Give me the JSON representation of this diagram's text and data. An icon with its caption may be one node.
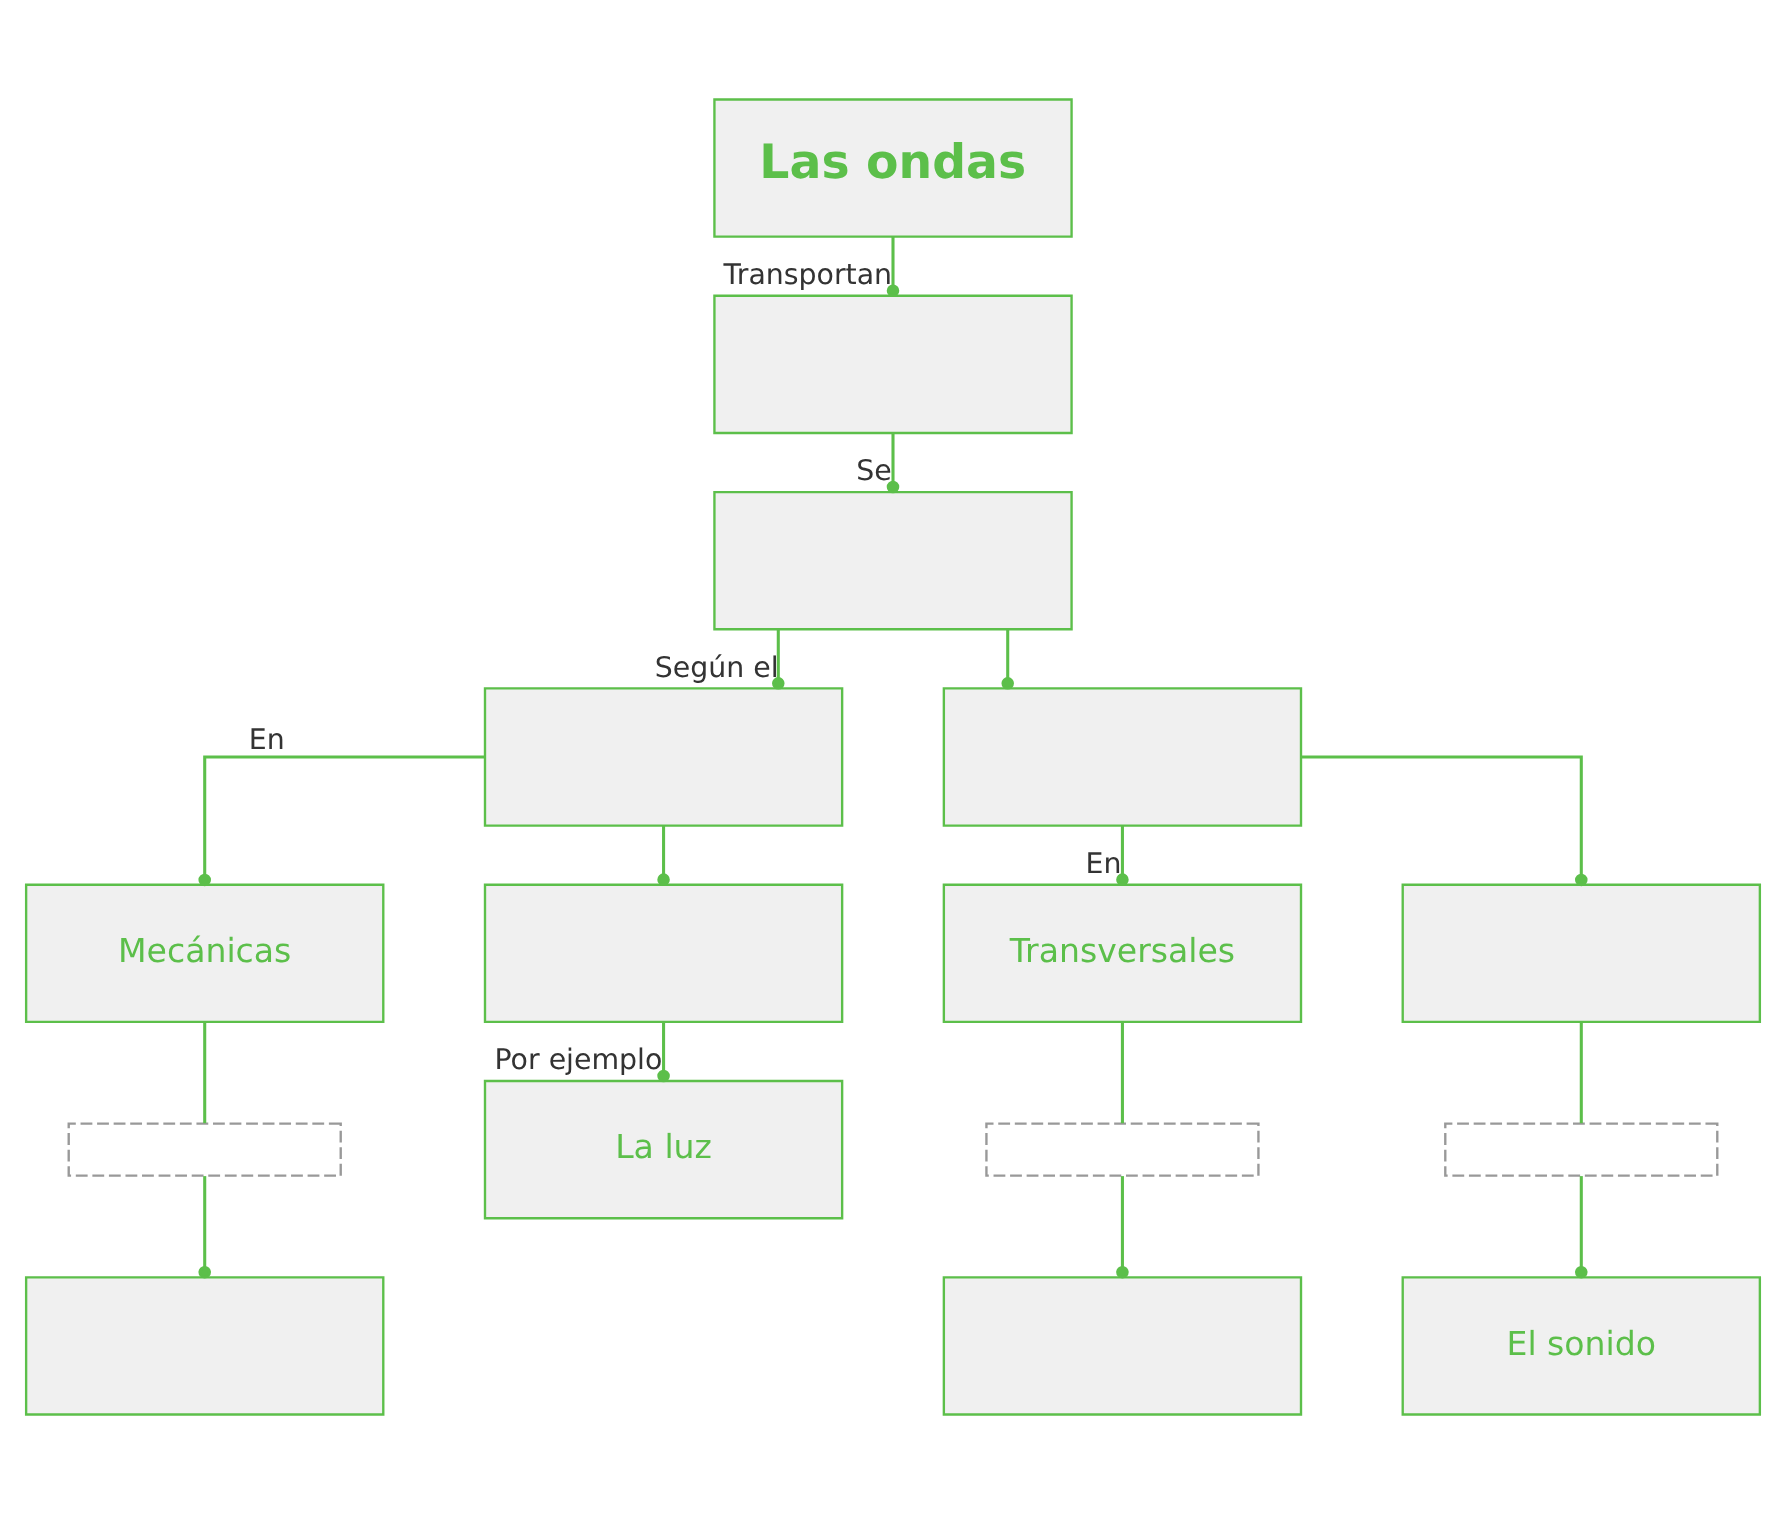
{
  "diagram": {
    "nodes": [
      {
        "text": [
          "Las ondas"
        ]
      },
      {
        "text": [],
        "shape": "box"
      },
      {
        "text": [],
        "shape": "box"
      },
      {
        "text": [],
        "shape": "box"
      },
      {
        "text": [],
        "shape": "box"
      },
      {
        "text": [
          "Mecánicas"
        ]
      },
      {
        "text": [],
        "shape": "box"
      },
      {
        "text": [
          "Transversales"
        ]
      },
      {
        "text": [],
        "shape": "box"
      },
      {
        "text": [],
        "shape": "box"
      },
      {
        "text": [],
        "shape": "box"
      },
      {
        "text": [],
        "shape": "box"
      },
      {
        "text": [],
        "shape": "box"
      },
      {
        "text": [
          "La luz"
        ]
      },
      {
        "text": [],
        "shape": "box"
      },
      {
        "text": [
          "El sonido"
        ]
      }
    ],
    "edges": [
      {
        "from": 0,
        "to": 1,
        "arrow": "other",
        "label": "Transportan"
      },
      {
        "from": 1,
        "to": 2,
        "arrow": "other",
        "label": "Se"
      },
      {
        "from": 2,
        "to": 3,
        "arrow": "other",
        "label": "Según el"
      },
      {
        "from": 2,
        "to": 4,
        "arrow": "other"
      },
      {
        "from": 3,
        "to": 5,
        "arrow": "other",
        "label": "En"
      },
      {
        "from": 3,
        "to": 6,
        "arrow": "other"
      },
      {
        "from": 4,
        "to": 7,
        "arrow": "other",
        "label": "En"
      },
      {
        "from": 4,
        "to": 8,
        "arrow": "other"
      },
      {
        "from": 5,
        "to": 9,
        "arrow": "none"
      },
      {
        "from": 9,
        "to": 12,
        "arrow": "other"
      },
      {
        "from": 6,
        "to": 13,
        "arrow": "other",
        "label": "Por ejemplo"
      },
      {
        "from": 7,
        "to": 10,
        "arrow": "none"
      },
      {
        "from": 10,
        "to": 14,
        "arrow": "other"
      },
      {
        "from": 8,
        "to": 11,
        "arrow": "none"
      },
      {
        "from": 11,
        "to": 15,
        "arrow": "other"
      }
    ]
  }
}
